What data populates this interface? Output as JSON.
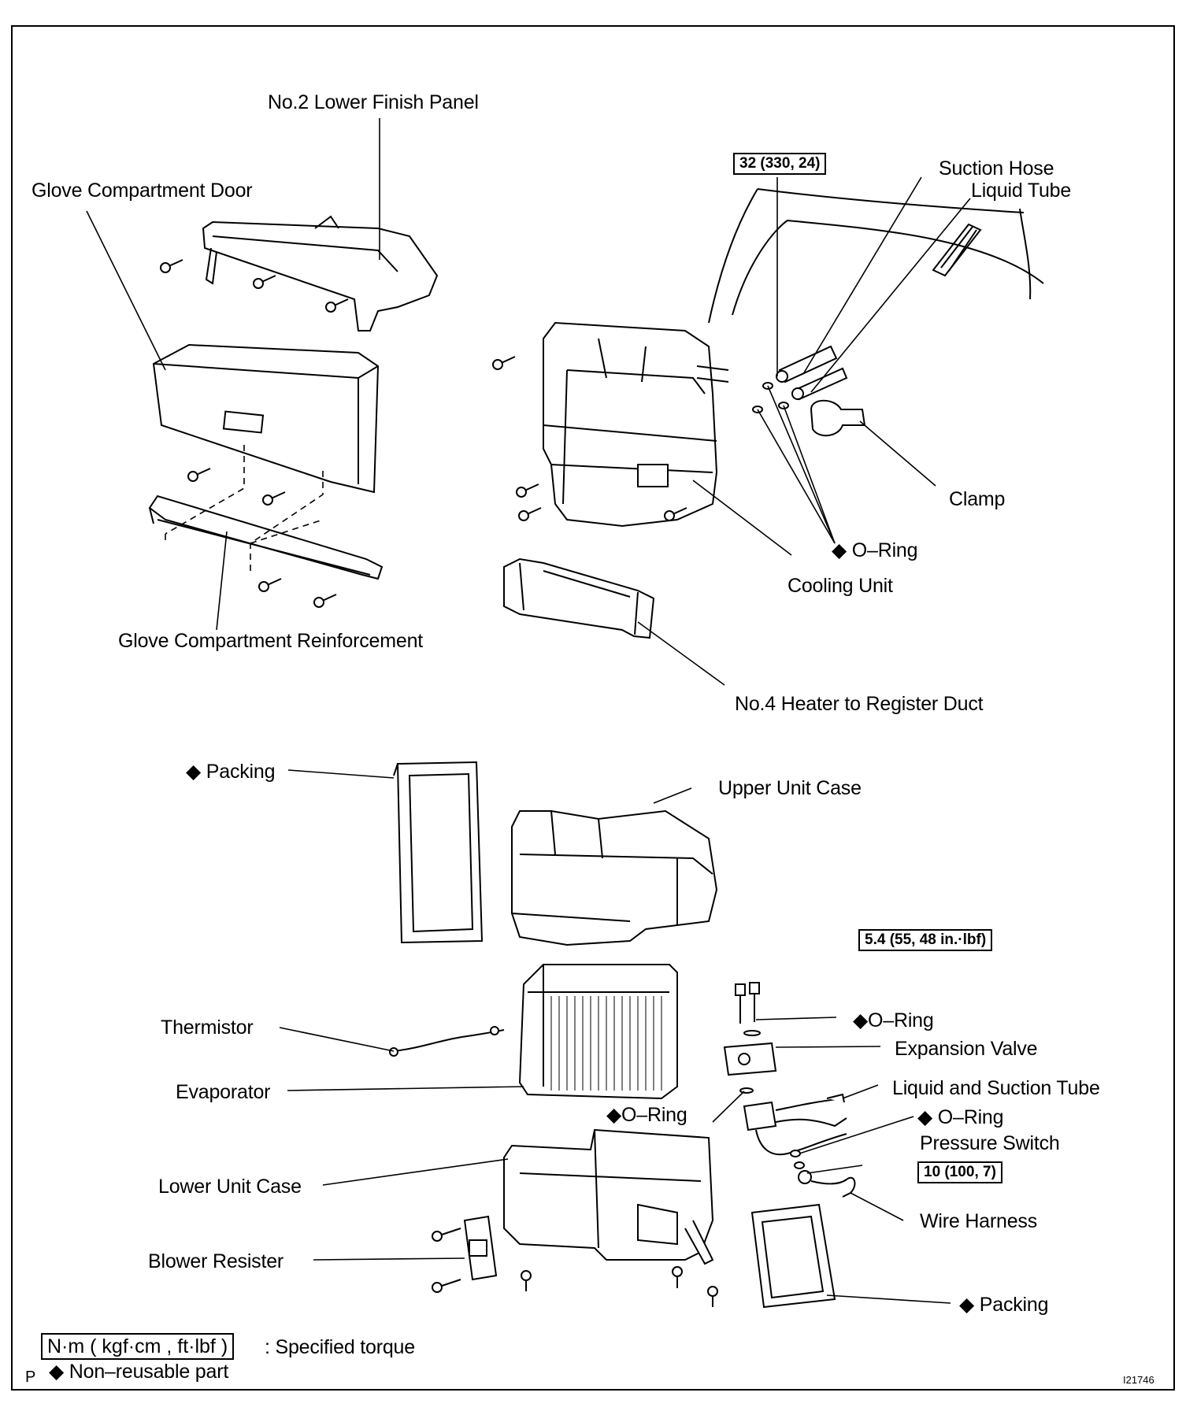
{
  "labels": {
    "no2_lower_finish_panel": "No.2 Lower Finish Panel",
    "glove_compartment_door": "Glove Compartment Door",
    "glove_compartment_reinforcement": "Glove Compartment Reinforcement",
    "suction_hose": "Suction Hose",
    "liquid_tube": "Liquid Tube",
    "clamp": "Clamp",
    "o_ring_top": "◆ O–Ring",
    "cooling_unit": "Cooling Unit",
    "no4_heater_duct": "No.4 Heater to Register Duct",
    "packing_top": "◆ Packing",
    "upper_unit_case": "Upper Unit Case",
    "thermistor": "Thermistor",
    "o_ring_valve": "◆O–Ring",
    "expansion_valve": "Expansion Valve",
    "evaporator": "Evaporator",
    "o_ring_mid": "◆O–Ring",
    "liquid_and_suction_tube": "Liquid and Suction Tube",
    "o_ring_switch": "◆ O–Ring",
    "pressure_switch": "Pressure Switch",
    "lower_unit_case": "Lower Unit Case",
    "wire_harness": "Wire Harness",
    "blower_resister": "Blower Resister",
    "packing_bottom": "◆ Packing"
  },
  "torque_values": {
    "cooling_unit_torque": "32 (330, 24)",
    "expansion_valve_torque": "5.4 (55, 48 in.·lbf)",
    "pressure_switch_torque": "10 (100, 7)"
  },
  "legend": {
    "torque_unit": "N·m ( kgf·cm , ft·lbf )",
    "torque_desc": ": Specified torque",
    "non_reusable": "◆ Non–reusable part"
  },
  "corner_mark": "P",
  "figure_id": "I21746"
}
